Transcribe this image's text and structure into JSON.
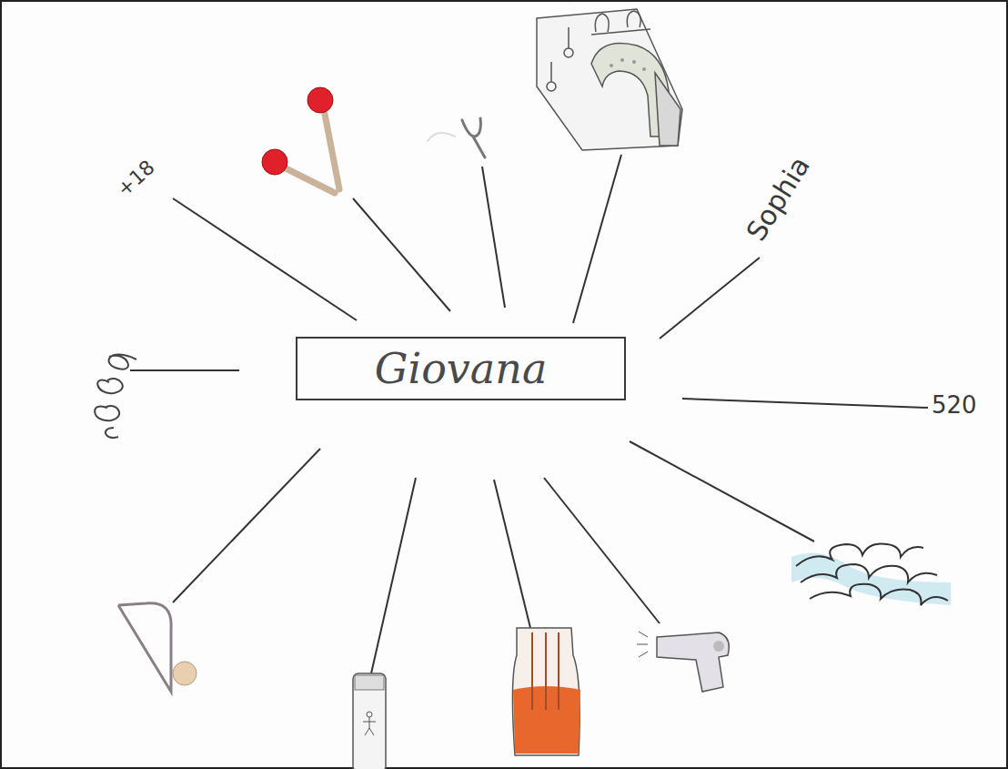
{
  "diagram": {
    "nodes": [
      {
        "text": [
          "Giovana"
        ]
      }
    ],
    "labels": [
      "+18",
      "Sophia",
      "520"
    ]
  }
}
